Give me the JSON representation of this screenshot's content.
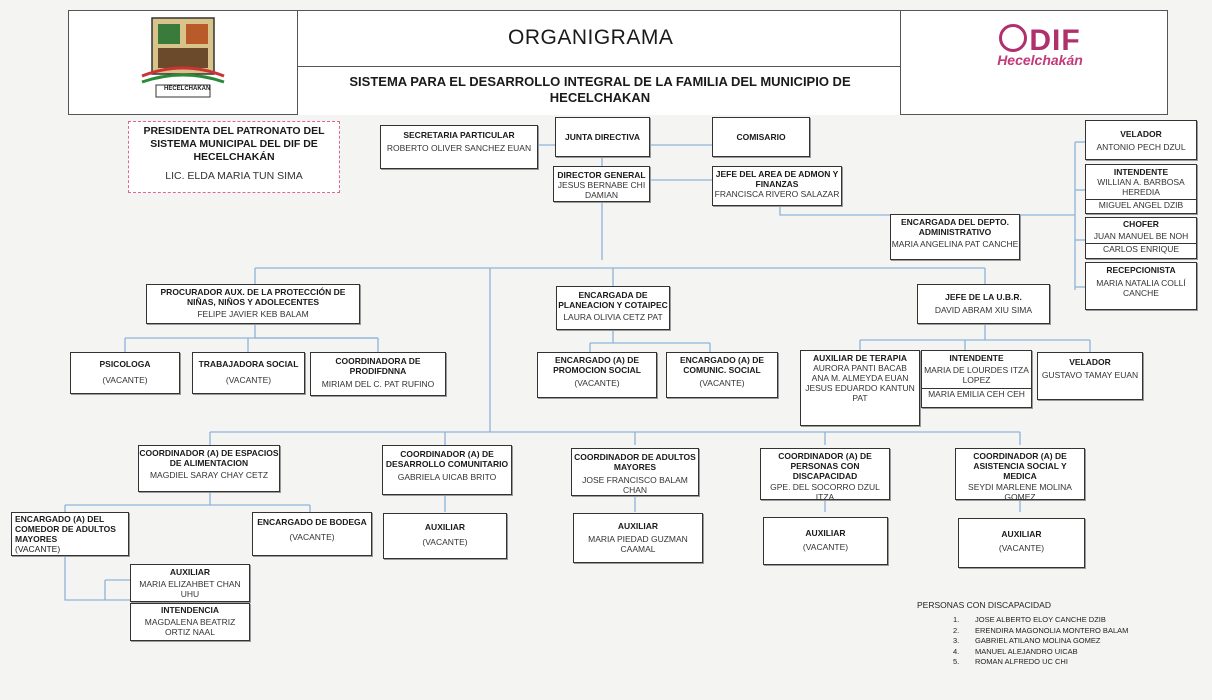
{
  "header": {
    "title": "ORGANIGRAMA",
    "subtitle": "SISTEMA PARA EL DESARROLLO INTEGRAL DE LA FAMILIA DEL MUNICIPIO DE HECELCHAKAN",
    "left_logo_label": "HECELCHAKAN",
    "right_logo": {
      "word": "DIF",
      "name": "Hecelchakán"
    }
  },
  "nodes": {
    "presidenta": {
      "title": "PRESIDENTA DEL PATRONATO DEL SISTEMA MUNICIPAL DEL DIF DE HECELCHAKÁN",
      "name": "LIC. ELDA MARIA TUN SIMA"
    },
    "secretaria": {
      "title": "SECRETARIA PARTICULAR",
      "name": "ROBERTO OLIVER SANCHEZ EUAN"
    },
    "junta": {
      "title": "JUNTA DIRECTIVA"
    },
    "comisario": {
      "title": "COMISARIO"
    },
    "director": {
      "title": "DIRECTOR GENERAL",
      "name": "JESUS BERNABE CHI DAMIAN"
    },
    "jefe_admon": {
      "title": "JEFE DEL AREA DE ADMON Y FINANZAS",
      "name": "FRANCISCA RIVERO SALAZAR"
    },
    "encargada_admin": {
      "title": "ENCARGADA DEL DEPTO. ADMINISTRATIVO",
      "name": "MARIA ANGELINA PAT CANCHE"
    },
    "velador_top": {
      "title": "VELADOR",
      "name": "ANTONIO PECH DZUL"
    },
    "intendente_top": {
      "title": "INTENDENTE",
      "name1": "WILLIAN A. BARBOSA HEREDIA",
      "name2": "MIGUEL ANGEL DZIB"
    },
    "chofer": {
      "title": "CHOFER",
      "name1": "JUAN MANUEL BE NOH",
      "name2": "CARLOS ENRIQUE"
    },
    "recepcionista": {
      "title": "RECEPCIONISTA",
      "name": "MARIA NATALIA COLLÍ CANCHE"
    },
    "procurador": {
      "title": "PROCURADOR AUX. DE LA PROTECCIÓN DE NIÑAS, NIÑOS Y ADOLECENTES",
      "name": "FELIPE JAVIER KEB BALAM"
    },
    "planeacion": {
      "title": "ENCARGADA DE PLANEACION Y COTAIPEC",
      "name": "LAURA OLIVIA CETZ PAT"
    },
    "jefe_ubr": {
      "title": "JEFE DE LA U.B.R.",
      "name": "DAVID ABRAM XIU SIMA"
    },
    "psicologa": {
      "title": "PSICOLOGA",
      "name": "(VACANTE)"
    },
    "trabajadora": {
      "title": "TRABAJADORA SOCIAL",
      "name": "(VACANTE)"
    },
    "prodifdnna": {
      "title": "COORDINADORA DE PRODIFDNNA",
      "name": "MIRIAM DEL C. PAT RUFINO"
    },
    "promocion": {
      "title": "ENCARGADO (A) DE PROMOCION SOCIAL",
      "name": "(VACANTE)"
    },
    "comunic": {
      "title": "ENCARGADO (A) DE COMUNIC. SOCIAL",
      "name": "(VACANTE)"
    },
    "aux_terapia": {
      "title": "AUXILIAR DE TERAPIA",
      "name1": "AURORA PANTI BACAB",
      "name2": "ANA M. ALMEYDA EUAN",
      "name3": "JESUS EDUARDO KANTUN PAT"
    },
    "intendente_ubr": {
      "title": "INTENDENTE",
      "name1": "MARIA DE LOURDES ITZA LOPEZ",
      "name2": "MARIA EMILIA CEH CEH"
    },
    "velador_ubr": {
      "title": "VELADOR",
      "name": "GUSTAVO TAMAY EUAN"
    },
    "coord_espacios": {
      "title": "COORDINADOR (A) DE ESPACIOS DE ALIMENTACION",
      "name": "MAGDIEL SARAY CHAY CETZ"
    },
    "coord_desarrollo": {
      "title": "COORDINADOR (A) DE DESARROLLO COMUNITARIO",
      "name": "GABRIELA UICAB BRITO"
    },
    "coord_adultos": {
      "title": "COORDINADOR DE ADULTOS MAYORES",
      "name": "JOSE FRANCISCO BALAM CHAN"
    },
    "coord_discapacidad": {
      "title": "COORDINADOR (A) DE PERSONAS CON DISCAPACIDAD",
      "name": "GPE. DEL SOCORRO DZUL ITZA"
    },
    "coord_asistencia": {
      "title": "COORDINADOR (A) DE ASISTENCIA SOCIAL Y MEDICA",
      "name": "SEYDI MARLENE MOLINA GOMEZ"
    },
    "comedor": {
      "title": "ENCARGADO (A) DEL COMEDOR DE ADULTOS MAYORES",
      "name": "(VACANTE)"
    },
    "bodega": {
      "title": "ENCARGADO DE BODEGA",
      "name": "(VACANTE)"
    },
    "aux_comedor": {
      "title": "AUXILIAR",
      "name": "MARIA ELIZAHBET CHAN UHU"
    },
    "intendencia": {
      "title": "INTENDENCIA",
      "name": "MAGDALENA BEATRIZ ORTIZ NAAL"
    },
    "aux_desarrollo": {
      "title": "AUXILIAR",
      "name": "(VACANTE)"
    },
    "aux_adultos": {
      "title": "AUXILIAR",
      "name": "MARIA PIEDAD GUZMAN CAAMAL"
    },
    "aux_discapacidad": {
      "title": "AUXILIAR",
      "name": "(VACANTE)"
    },
    "aux_asistencia": {
      "title": "AUXILIAR",
      "name": "(VACANTE)"
    }
  },
  "personas_discapacidad": {
    "title": "PERSONAS CON DISCAPACIDAD",
    "items": [
      {
        "num": "1.",
        "name": "JOSE ALBERTO ELOY CANCHE DZIB"
      },
      {
        "num": "2.",
        "name": "ERENDIRA MAGONOLIA MONTERO BALAM"
      },
      {
        "num": "3.",
        "name": "GABRIEL ATILANO MOLINA GOMEZ"
      },
      {
        "num": "4.",
        "name": "MANUEL ALEJANDRO UICAB"
      },
      {
        "num": "5.",
        "name": "ROMAN ALFREDO UC CHI"
      }
    ]
  },
  "colors": {
    "line": "#8fb4d8",
    "presidenta_border": "#e0649a",
    "dif_brand": "#b0306e"
  }
}
